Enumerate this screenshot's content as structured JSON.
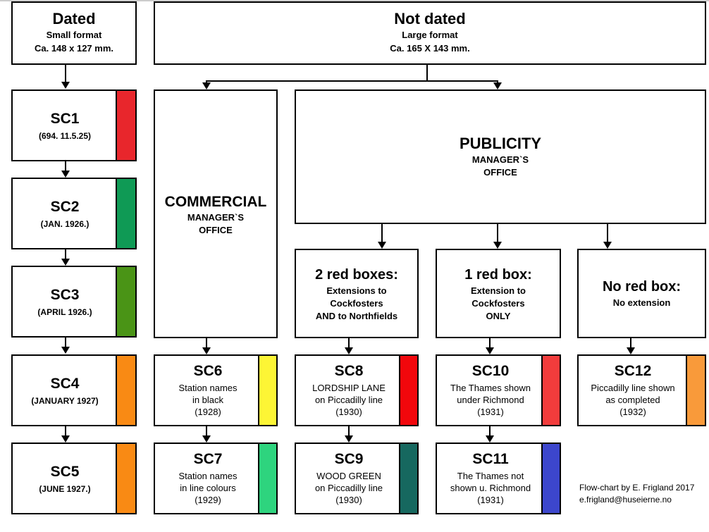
{
  "dated": {
    "title": "Dated",
    "line1": "Small format",
    "line2": "Ca. 148 x 127 mm."
  },
  "notdated": {
    "title": "Not dated",
    "line1": "Large format",
    "line2": "Ca. 165 X 143 mm."
  },
  "commercial": {
    "title": "COMMERCIAL",
    "line1": "MANAGER`S",
    "line2": "OFFICE"
  },
  "publicity": {
    "title": "PUBLICITY",
    "line1": "MANAGER`S",
    "line2": "OFFICE"
  },
  "sc1": {
    "code": "SC1",
    "sub": "(694. 11.5.25)",
    "color": "#e8262c"
  },
  "sc2": {
    "code": "SC2",
    "sub": "(JAN. 1926.)",
    "color": "#0f9a55"
  },
  "sc3": {
    "code": "SC3",
    "sub": "(APRIL 1926.)",
    "color": "#4a9416"
  },
  "sc4": {
    "code": "SC4",
    "sub": "(JANUARY 1927)",
    "color": "#f98a14"
  },
  "sc5": {
    "code": "SC5",
    "sub": "(JUNE 1927.)",
    "color": "#f98a14"
  },
  "red2": {
    "title": "2 red boxes:",
    "line1": "Extensions to",
    "line2": "Cockfosters",
    "line3": "AND to Northfields"
  },
  "red1": {
    "title": "1 red box:",
    "line1": "Extension to",
    "line2": "Cockfosters",
    "line3": "ONLY"
  },
  "red0": {
    "title": "No red box:",
    "line1": "No extension"
  },
  "sc6": {
    "code": "SC6",
    "l1": "Station names",
    "l2": "in black",
    "l3": "(1928)",
    "color": "#fdf535"
  },
  "sc7": {
    "code": "SC7",
    "l1": "Station names",
    "l2": "in line colours",
    "l3": "(1929)",
    "color": "#2ed47e"
  },
  "sc8": {
    "code": "SC8",
    "l1": "LORDSHIP LANE",
    "l2": "on Piccadilly line",
    "l3": "(1930)",
    "color": "#f2070c"
  },
  "sc9": {
    "code": "SC9",
    "l1": "WOOD GREEN",
    "l2": "on Piccadilly line",
    "l3": "(1930)",
    "color": "#16685f"
  },
  "sc10": {
    "code": "SC10",
    "l1": "The Thames shown",
    "l2": "under Richmond",
    "l3": "(1931)",
    "color": "#f23c3c"
  },
  "sc11": {
    "code": "SC11",
    "l1": "The Thames not",
    "l2": "shown u. Richmond",
    "l3": "(1931)",
    "color": "#3c46cc"
  },
  "sc12": {
    "code": "SC12",
    "l1": "Piccadilly line shown",
    "l2": "as completed",
    "l3": "(1932)",
    "color": "#f99a3a"
  },
  "credit": {
    "line1": "Flow-chart by E. Frigland 2017",
    "line2": "e.frigland@huseierne.no"
  }
}
